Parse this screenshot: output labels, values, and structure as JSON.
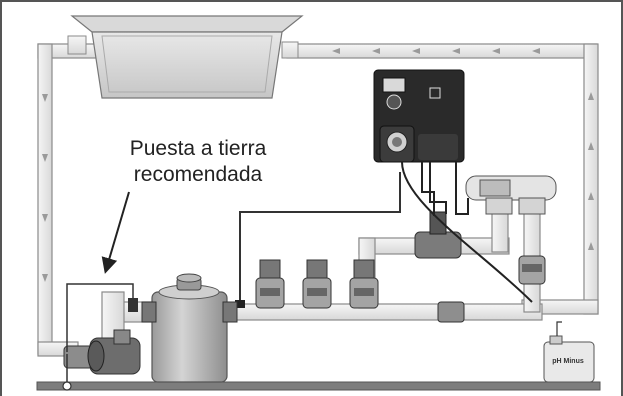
{
  "annotation": {
    "line1": "Puesta a tierra",
    "line2": "recomendada"
  },
  "canister": {
    "label": "pH Minus"
  },
  "colors": {
    "pipe": "#ececec",
    "pipe_outline": "#8a8a8a",
    "device": "#2a2a2a",
    "base": "#7d7d7d",
    "filter": "#b8b8b8",
    "flow_arrow": "#9a9a9a"
  },
  "icons": [
    "pool-tank",
    "pump-icon",
    "filter-tank-icon",
    "valve-icon",
    "chlorinator-controller-icon",
    "electrolysis-cell-icon",
    "canister-icon",
    "ground-terminal-icon"
  ]
}
